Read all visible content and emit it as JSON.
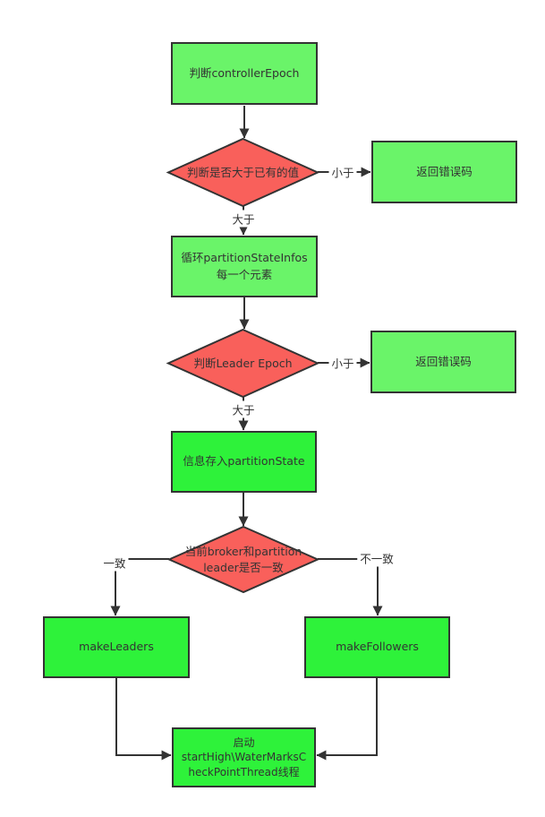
{
  "colors": {
    "process_soft_green": "#6AF469",
    "process_vivid_green": "#2EF23A",
    "decision_red": "#F9605B",
    "border": "#333333",
    "connector": "#333333",
    "text": "#333333",
    "background": "#FFFFFF"
  },
  "nodes": {
    "judge_controller_epoch": {
      "label": "判断controllerEpoch",
      "type": "process"
    },
    "judge_greater_than_existing": {
      "label": "判断是否大于已有的值",
      "type": "decision"
    },
    "return_error_top": {
      "label": "返回错误码",
      "type": "process"
    },
    "loop_partition_state_infos": {
      "label": "循环partitionStateInfos\n每一个元素",
      "type": "process"
    },
    "judge_leader_epoch": {
      "label": "判断Leader Epoch",
      "type": "decision"
    },
    "return_error_middle": {
      "label": "返回错误码",
      "type": "process"
    },
    "store_partition_state": {
      "label": "信息存入partitionState",
      "type": "process"
    },
    "judge_broker_partition_leader": {
      "label": "当前broker和partition\nleader是否一致",
      "type": "decision"
    },
    "make_leaders": {
      "label": "makeLeaders",
      "type": "process"
    },
    "make_followers": {
      "label": "makeFollowers",
      "type": "process"
    },
    "start_thread": {
      "label": "启动\nstartHigh\\WaterMarksC\nheckPointThread线程",
      "type": "process"
    }
  },
  "edge_labels": {
    "less_than_top": "小于",
    "greater_than_top": "大于",
    "less_than_middle": "小于",
    "greater_than_middle": "大于",
    "match": "一致",
    "mismatch": "不一致"
  }
}
